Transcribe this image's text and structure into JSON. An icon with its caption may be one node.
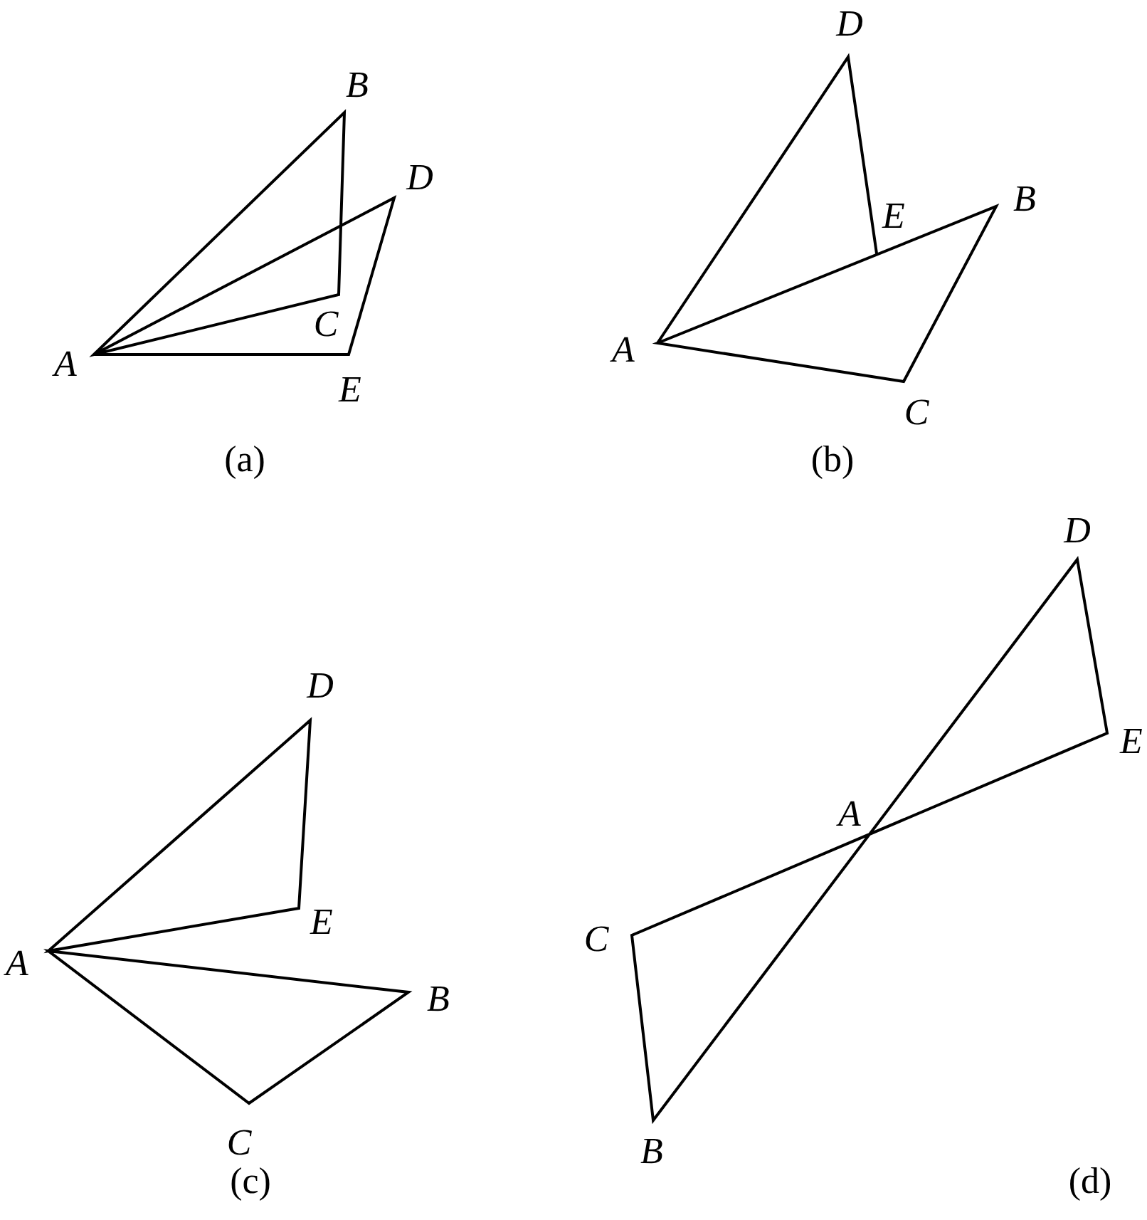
{
  "diagram": {
    "labels": [
      "B",
      "D",
      "C",
      "A",
      "E",
      "(a)",
      "D",
      "E",
      "B",
      "A",
      "C",
      "(b)",
      "D",
      "E",
      "A",
      "B",
      "C",
      "(c)",
      "D",
      "E",
      "A",
      "C",
      "B",
      "(d)"
    ]
  }
}
